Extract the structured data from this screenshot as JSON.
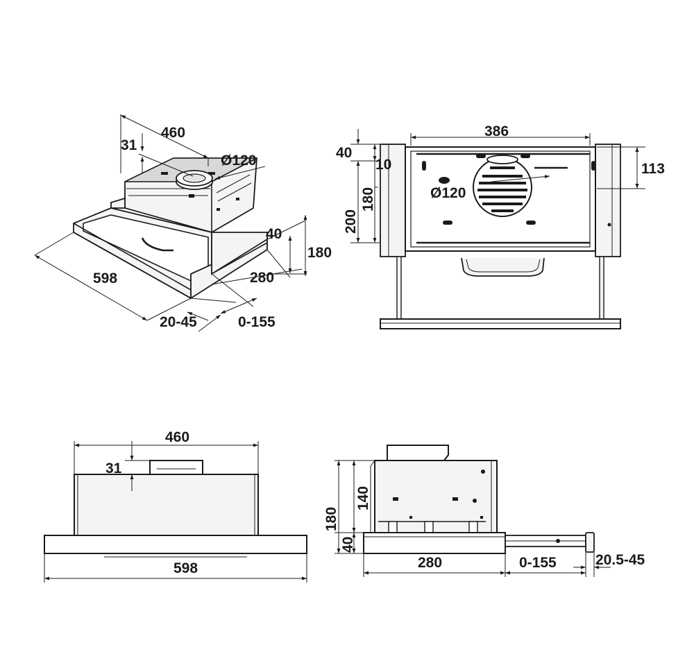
{
  "views": {
    "isometric": {
      "dims": {
        "depth_top": "460",
        "collar_offset": "31",
        "outlet_diameter": "Ø120",
        "front_height": "40",
        "total_height": "180",
        "width": "598",
        "body_depth": "280",
        "front_adjust": "20-45",
        "extension": "0-155"
      }
    },
    "bottom_view": {
      "dims": {
        "inner_width": "386",
        "front_offset": "40",
        "side_offset": "10",
        "outlet_offset": "113",
        "outlet_diameter": "Ø120",
        "outlet_position": "180",
        "overall_depth": "200"
      }
    },
    "front_view": {
      "dims": {
        "top_width": "460",
        "collar_height": "31",
        "overall_width": "598"
      }
    },
    "side_view": {
      "dims": {
        "body_height": "140",
        "total_height": "180",
        "front_height": "40",
        "depth": "280",
        "extension": "0-155",
        "front_adjust": "20.5-45"
      }
    }
  },
  "colors": {
    "line": "#1a1a1a",
    "fill": "#f4f4f4",
    "background": "#ffffff"
  }
}
